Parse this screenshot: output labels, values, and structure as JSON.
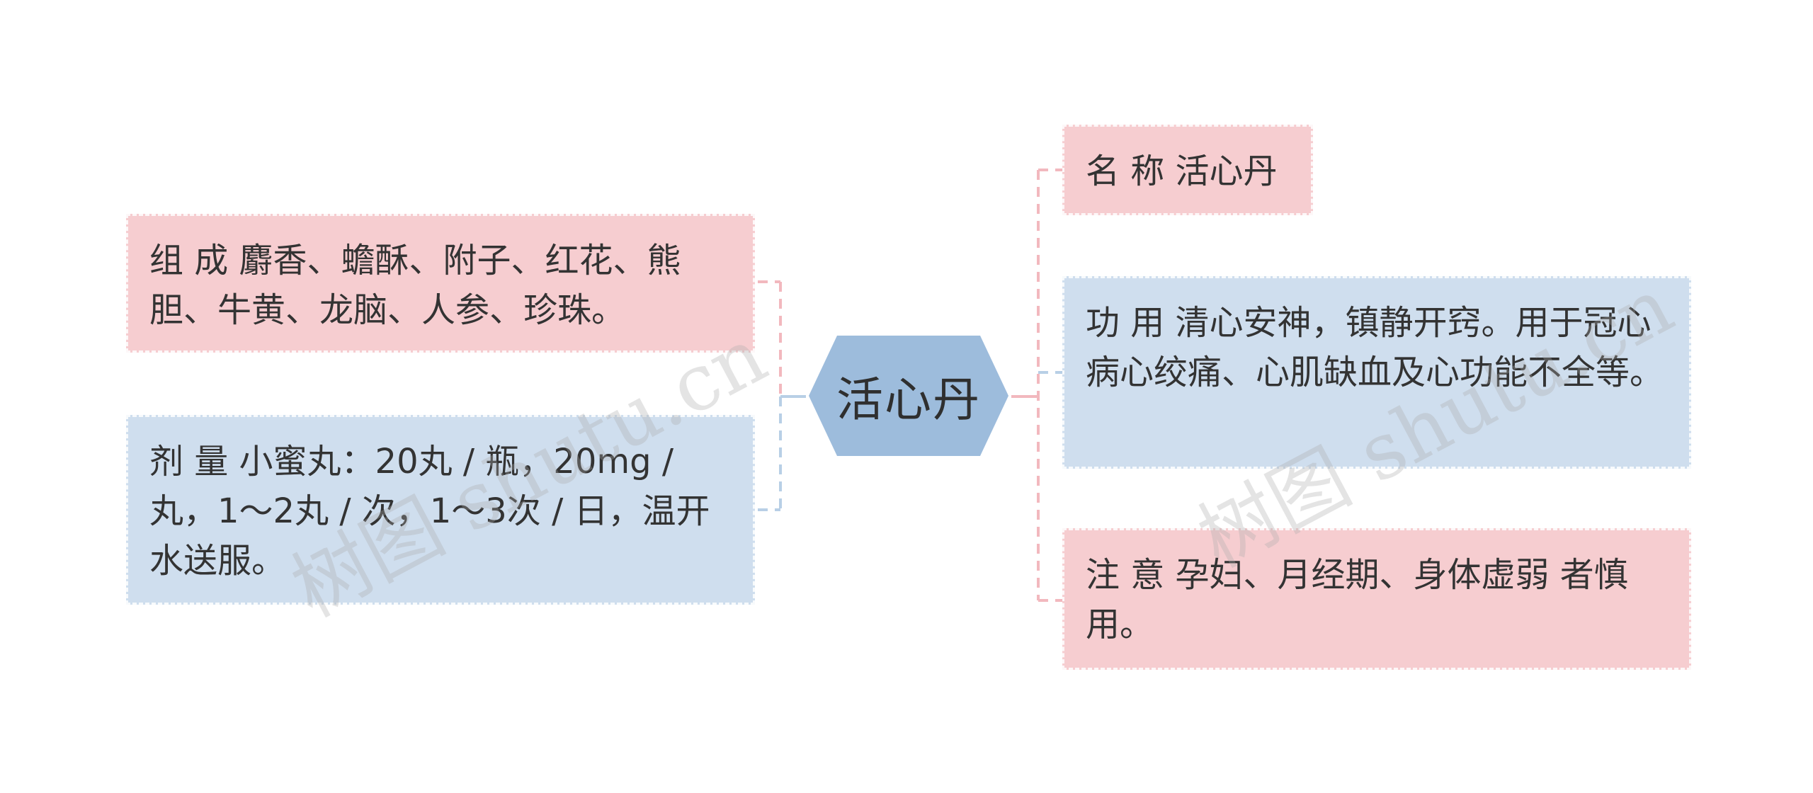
{
  "center": {
    "title": "活心丹"
  },
  "nodes": {
    "composition": {
      "label": "组 成",
      "text": "麝香、蟾酥、附子、红花、熊胆、牛黄、龙脑、人参、珍珠。"
    },
    "dosage": {
      "label": "剂 量",
      "text": "小蜜丸：20丸 / 瓶，20mg / 丸，1～2丸 / 次，1～3次 / 日，温开水送服。"
    },
    "name": {
      "label": "名 称",
      "text": "活心丹"
    },
    "function": {
      "label": "功 用",
      "text": "清心安神，镇静开窍。用于冠心病心绞痛、心肌缺血及心功能不全等。"
    },
    "caution": {
      "label": "注 意",
      "text": "孕妇、月经期、身体虚弱 者慎用。"
    }
  },
  "watermarks": [
    "树图 shutu.cn",
    "树图 shutu.cn"
  ],
  "colors": {
    "pink": "#f6cdd0",
    "blue": "#cfdeee",
    "center": "#9dbcdc",
    "connector_pink": "#f2b8be",
    "connector_blue": "#b8cfe6"
  }
}
